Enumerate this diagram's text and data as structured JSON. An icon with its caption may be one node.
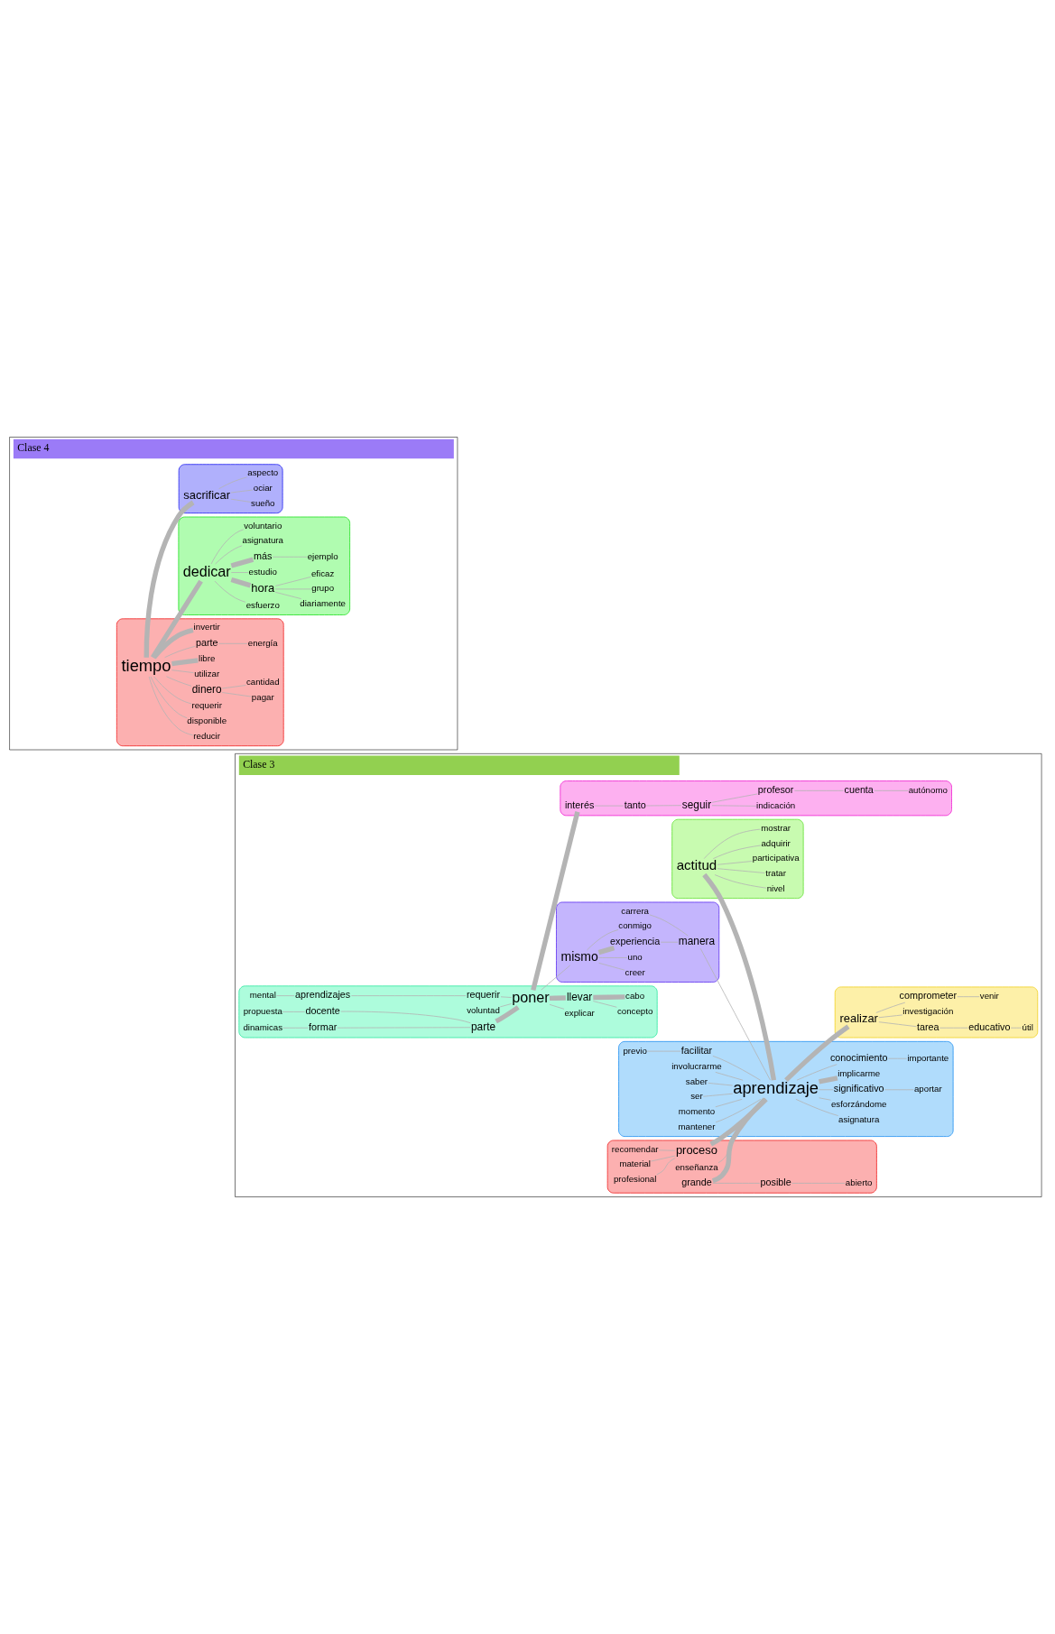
{
  "diagram": {
    "nodes": [
      {
        "text": [
          "Clase 3"
        ]
      },
      {
        "text": [],
        "shape": "cloud",
        "in": 0
      },
      {
        "text": [
          "mental"
        ],
        "in": 1
      },
      {
        "text": [
          "aprendizajes"
        ],
        "in": 1
      },
      {
        "text": [
          "requerir"
        ],
        "in": 1
      },
      {
        "text": [
          "propuesta"
        ],
        "in": 1
      },
      {
        "text": [
          "docente"
        ],
        "in": 1
      },
      {
        "text": [
          "voluntad"
        ],
        "in": 1
      },
      {
        "text": [
          "dinamicas"
        ],
        "in": 1
      },
      {
        "text": [
          "formar"
        ],
        "in": 1
      },
      {
        "text": [
          "parte"
        ],
        "in": 1
      },
      {
        "text": [
          "poner"
        ],
        "in": 1
      },
      {
        "text": [
          "explicar"
        ],
        "in": 1
      },
      {
        "text": [
          "llevar"
        ],
        "in": 1
      },
      {
        "text": [
          "concepto"
        ],
        "in": 1
      },
      {
        "text": [
          "cabo"
        ],
        "in": 1
      },
      {
        "text": [],
        "shape": "cloud",
        "in": 0
      },
      {
        "text": [
          "creer"
        ],
        "in": 16
      },
      {
        "text": [
          "uno"
        ],
        "in": 16
      },
      {
        "text": [
          "experiencia"
        ],
        "in": 16
      },
      {
        "text": [
          "manera"
        ],
        "in": 16
      },
      {
        "text": [
          "carrera"
        ],
        "in": 16
      },
      {
        "text": [
          "mismo"
        ],
        "in": 16
      },
      {
        "text": [
          "conmigo"
        ],
        "in": 16
      },
      {
        "text": [],
        "shape": "cloud",
        "in": 0
      },
      {
        "text": [
          "interés"
        ],
        "in": 24
      },
      {
        "text": [
          "tanto"
        ],
        "in": 24
      },
      {
        "text": [
          "seguir"
        ],
        "in": 24
      },
      {
        "text": [
          "indicación"
        ],
        "in": 24
      },
      {
        "text": [
          "profesor"
        ],
        "in": 24
      },
      {
        "text": [
          "cuenta"
        ],
        "in": 24
      },
      {
        "text": [
          "autónomo"
        ],
        "in": 24
      },
      {
        "text": [],
        "shape": "cloud",
        "in": 0
      },
      {
        "text": [
          "nivel"
        ],
        "in": 32
      },
      {
        "text": [
          "tratar"
        ],
        "in": 32
      },
      {
        "text": [
          "participativa"
        ],
        "in": 32
      },
      {
        "text": [
          "adquirir"
        ],
        "in": 32
      },
      {
        "text": [
          "mostrar"
        ],
        "in": 32
      },
      {
        "text": [
          "actitud"
        ],
        "in": 32
      },
      {
        "text": [],
        "shape": "cloud",
        "in": 0
      },
      {
        "text": [
          "recomendar"
        ],
        "in": 39
      },
      {
        "text": [
          "material"
        ],
        "in": 39
      },
      {
        "text": [
          "profesional"
        ],
        "in": 39
      },
      {
        "text": [
          "proceso"
        ],
        "in": 39
      },
      {
        "text": [
          "enseñanza"
        ],
        "in": 39
      },
      {
        "text": [
          "grande"
        ],
        "in": 39
      },
      {
        "text": [
          "posible"
        ],
        "in": 39
      },
      {
        "text": [
          "abierto"
        ],
        "in": 39
      },
      {
        "text": [],
        "shape": "cloud",
        "in": 0
      },
      {
        "text": [
          "previo"
        ],
        "in": 48
      },
      {
        "text": [
          "facilitar"
        ],
        "in": 48
      },
      {
        "text": [
          "involucrarme"
        ],
        "in": 48
      },
      {
        "text": [
          "saber"
        ],
        "in": 48
      },
      {
        "text": [
          "ser"
        ],
        "in": 48
      },
      {
        "text": [
          "momento"
        ],
        "in": 48
      },
      {
        "text": [
          "mantener"
        ],
        "in": 48
      },
      {
        "text": [
          "aprendizaje"
        ],
        "in": 48
      },
      {
        "text": [
          "asignatura"
        ],
        "in": 48
      },
      {
        "text": [
          "esforzándome"
        ],
        "in": 48
      },
      {
        "text": [
          "significativo"
        ],
        "in": 48
      },
      {
        "text": [
          "implicarme"
        ],
        "in": 48
      },
      {
        "text": [
          "conocimiento"
        ],
        "in": 48
      },
      {
        "text": [
          "aportar"
        ],
        "in": 48
      },
      {
        "text": [
          "importante"
        ],
        "in": 48
      },
      {
        "text": [],
        "shape": "cloud",
        "in": 0
      },
      {
        "text": [
          "útil"
        ],
        "in": 64
      },
      {
        "text": [
          "educativo"
        ],
        "in": 64
      },
      {
        "text": [
          "tarea"
        ],
        "in": 64
      },
      {
        "text": [
          "realizar"
        ],
        "in": 64
      },
      {
        "text": [
          "investigación"
        ],
        "in": 64
      },
      {
        "text": [
          "comprometer"
        ],
        "in": 64
      },
      {
        "text": [
          "venir"
        ],
        "in": 64
      },
      {
        "text": [
          "Clase 4"
        ]
      },
      {
        "text": [],
        "shape": "cloud",
        "in": 72
      },
      {
        "text": [
          "pagar"
        ],
        "in": 73
      },
      {
        "text": [
          "cantidad"
        ],
        "in": 73
      },
      {
        "text": [
          "reducir"
        ],
        "in": 73
      },
      {
        "text": [
          "disponible"
        ],
        "in": 73
      },
      {
        "text": [
          "requerir"
        ],
        "in": 73
      },
      {
        "text": [
          "dinero"
        ],
        "in": 73
      },
      {
        "text": [
          "utilizar"
        ],
        "in": 73
      },
      {
        "text": [
          "libre"
        ],
        "in": 73
      },
      {
        "text": [
          "parte"
        ],
        "in": 73
      },
      {
        "text": [
          "energía"
        ],
        "in": 73
      },
      {
        "text": [
          "tiempo"
        ],
        "in": 73
      },
      {
        "text": [
          "invertir"
        ],
        "in": 73
      },
      {
        "text": [],
        "shape": "cloud",
        "in": 72
      },
      {
        "text": [
          "esfuerzo"
        ],
        "in": 86
      },
      {
        "text": [
          "diariamente"
        ],
        "in": 86
      },
      {
        "text": [
          "dedicar"
        ],
        "in": 86
      },
      {
        "text": [
          "hora"
        ],
        "in": 86
      },
      {
        "text": [
          "estudio"
        ],
        "in": 86
      },
      {
        "text": [
          "grupo"
        ],
        "in": 86
      },
      {
        "text": [
          "más"
        ],
        "in": 86
      },
      {
        "text": [
          "asignatura"
        ],
        "in": 86
      },
      {
        "text": [
          "eficaz"
        ],
        "in": 86
      },
      {
        "text": [
          "ejemplo"
        ],
        "in": 86
      },
      {
        "text": [
          "voluntario"
        ],
        "in": 86
      },
      {
        "text": [],
        "shape": "cloud",
        "in": 72
      },
      {
        "text": [
          "sacrificar"
        ],
        "in": 98
      },
      {
        "text": [
          "sueño"
        ],
        "in": 98
      },
      {
        "text": [
          "ociar"
        ],
        "in": 98
      },
      {
        "text": [
          "aspecto"
        ],
        "in": 98
      }
    ],
    "edges": [
      {
        "from": 2,
        "to": 3,
        "arrow": "none"
      },
      {
        "from": 3,
        "to": 4,
        "arrow": "none"
      },
      {
        "from": 4,
        "to": 11,
        "arrow": "none"
      },
      {
        "from": 5,
        "to": 6,
        "arrow": "none"
      },
      {
        "from": 6,
        "to": 10,
        "arrow": "none"
      },
      {
        "from": 8,
        "to": 9,
        "arrow": "none"
      },
      {
        "from": 9,
        "to": 10,
        "arrow": "none"
      },
      {
        "from": 10,
        "to": 11,
        "arrow": "none",
        "style": "thick"
      },
      {
        "from": 7,
        "to": 11,
        "arrow": "none"
      },
      {
        "from": 11,
        "to": 12,
        "arrow": "none"
      },
      {
        "from": 11,
        "to": 13,
        "arrow": "none",
        "style": "thick"
      },
      {
        "from": 13,
        "to": 14,
        "arrow": "none"
      },
      {
        "from": 13,
        "to": 15,
        "arrow": "none",
        "style": "thick"
      },
      {
        "from": 11,
        "to": 25,
        "arrow": "none",
        "style": "thick"
      },
      {
        "from": 11,
        "to": 22,
        "arrow": "none"
      },
      {
        "from": 22,
        "to": 17,
        "arrow": "none"
      },
      {
        "from": 22,
        "to": 18,
        "arrow": "none"
      },
      {
        "from": 22,
        "to": 23,
        "arrow": "none"
      },
      {
        "from": 22,
        "to": 19,
        "arrow": "none",
        "style": "thick"
      },
      {
        "from": 19,
        "to": 20,
        "arrow": "none"
      },
      {
        "from": 21,
        "to": 20,
        "arrow": "none"
      },
      {
        "from": 20,
        "to": 56,
        "arrow": "none"
      },
      {
        "from": 25,
        "to": 26,
        "arrow": "none"
      },
      {
        "from": 26,
        "to": 27,
        "arrow": "none"
      },
      {
        "from": 27,
        "to": 28,
        "arrow": "none"
      },
      {
        "from": 27,
        "to": 29,
        "arrow": "none"
      },
      {
        "from": 29,
        "to": 30,
        "arrow": "none"
      },
      {
        "from": 30,
        "to": 31,
        "arrow": "none"
      },
      {
        "from": 38,
        "to": 33,
        "arrow": "none"
      },
      {
        "from": 38,
        "to": 34,
        "arrow": "none"
      },
      {
        "from": 38,
        "to": 35,
        "arrow": "none"
      },
      {
        "from": 38,
        "to": 36,
        "arrow": "none"
      },
      {
        "from": 38,
        "to": 37,
        "arrow": "none"
      },
      {
        "from": 38,
        "to": 56,
        "arrow": "none",
        "style": "thick"
      },
      {
        "from": 40,
        "to": 43,
        "arrow": "none"
      },
      {
        "from": 41,
        "to": 43,
        "arrow": "none"
      },
      {
        "from": 42,
        "to": 43,
        "arrow": "none"
      },
      {
        "from": 43,
        "to": 56,
        "arrow": "none",
        "style": "thick"
      },
      {
        "from": 44,
        "to": 56,
        "arrow": "none"
      },
      {
        "from": 45,
        "to": 56,
        "arrow": "none",
        "style": "thick"
      },
      {
        "from": 45,
        "to": 46,
        "arrow": "none"
      },
      {
        "from": 46,
        "to": 47,
        "arrow": "none"
      },
      {
        "from": 49,
        "to": 50,
        "arrow": "none"
      },
      {
        "from": 50,
        "to": 56,
        "arrow": "none"
      },
      {
        "from": 51,
        "to": 56,
        "arrow": "none"
      },
      {
        "from": 52,
        "to": 56,
        "arrow": "none"
      },
      {
        "from": 53,
        "to": 56,
        "arrow": "none"
      },
      {
        "from": 54,
        "to": 56,
        "arrow": "none"
      },
      {
        "from": 55,
        "to": 56,
        "arrow": "none"
      },
      {
        "from": 56,
        "to": 57,
        "arrow": "none"
      },
      {
        "from": 56,
        "to": 58,
        "arrow": "none"
      },
      {
        "from": 56,
        "to": 59,
        "arrow": "none"
      },
      {
        "from": 56,
        "to": 60,
        "arrow": "none",
        "style": "thick"
      },
      {
        "from": 56,
        "to": 61,
        "arrow": "none"
      },
      {
        "from": 61,
        "to": 63,
        "arrow": "none"
      },
      {
        "from": 59,
        "to": 62,
        "arrow": "none"
      },
      {
        "from": 56,
        "to": 68,
        "arrow": "none",
        "style": "thick"
      },
      {
        "from": 68,
        "to": 67,
        "arrow": "none"
      },
      {
        "from": 67,
        "to": 66,
        "arrow": "none"
      },
      {
        "from": 66,
        "to": 65,
        "arrow": "none"
      },
      {
        "from": 68,
        "to": 69,
        "arrow": "none"
      },
      {
        "from": 68,
        "to": 70,
        "arrow": "none"
      },
      {
        "from": 70,
        "to": 71,
        "arrow": "none"
      },
      {
        "from": 84,
        "to": 77,
        "arrow": "none"
      },
      {
        "from": 84,
        "to": 80,
        "arrow": "none"
      },
      {
        "from": 84,
        "to": 78,
        "arrow": "none"
      },
      {
        "from": 84,
        "to": 76,
        "arrow": "none"
      },
      {
        "from": 84,
        "to": 81,
        "arrow": "none",
        "style": "thick"
      },
      {
        "from": 84,
        "to": 79,
        "arrow": "none"
      },
      {
        "from": 79,
        "to": 74,
        "arrow": "none"
      },
      {
        "from": 79,
        "to": 75,
        "arrow": "none"
      },
      {
        "from": 84,
        "to": 82,
        "arrow": "none"
      },
      {
        "from": 82,
        "to": 83,
        "arrow": "none"
      },
      {
        "from": 84,
        "to": 85,
        "arrow": "none",
        "style": "thick"
      },
      {
        "from": 84,
        "to": 89,
        "arrow": "none",
        "style": "thick"
      },
      {
        "from": 84,
        "to": 99,
        "arrow": "none",
        "style": "thick"
      },
      {
        "from": 89,
        "to": 87,
        "arrow": "none"
      },
      {
        "from": 89,
        "to": 90,
        "arrow": "none",
        "style": "thick"
      },
      {
        "from": 90,
        "to": 88,
        "arrow": "none"
      },
      {
        "from": 90,
        "to": 92,
        "arrow": "none"
      },
      {
        "from": 90,
        "to": 95,
        "arrow": "none"
      },
      {
        "from": 89,
        "to": 91,
        "arrow": "none"
      },
      {
        "from": 89,
        "to": 94,
        "arrow": "none"
      },
      {
        "from": 89,
        "to": 93,
        "arrow": "none",
        "style": "thick"
      },
      {
        "from": 93,
        "to": 96,
        "arrow": "none"
      },
      {
        "from": 89,
        "to": 97,
        "arrow": "none"
      },
      {
        "from": 99,
        "to": 100,
        "arrow": "none"
      },
      {
        "from": 99,
        "to": 101,
        "arrow": "none"
      },
      {
        "from": 99,
        "to": 102,
        "arrow": "none"
      }
    ]
  }
}
